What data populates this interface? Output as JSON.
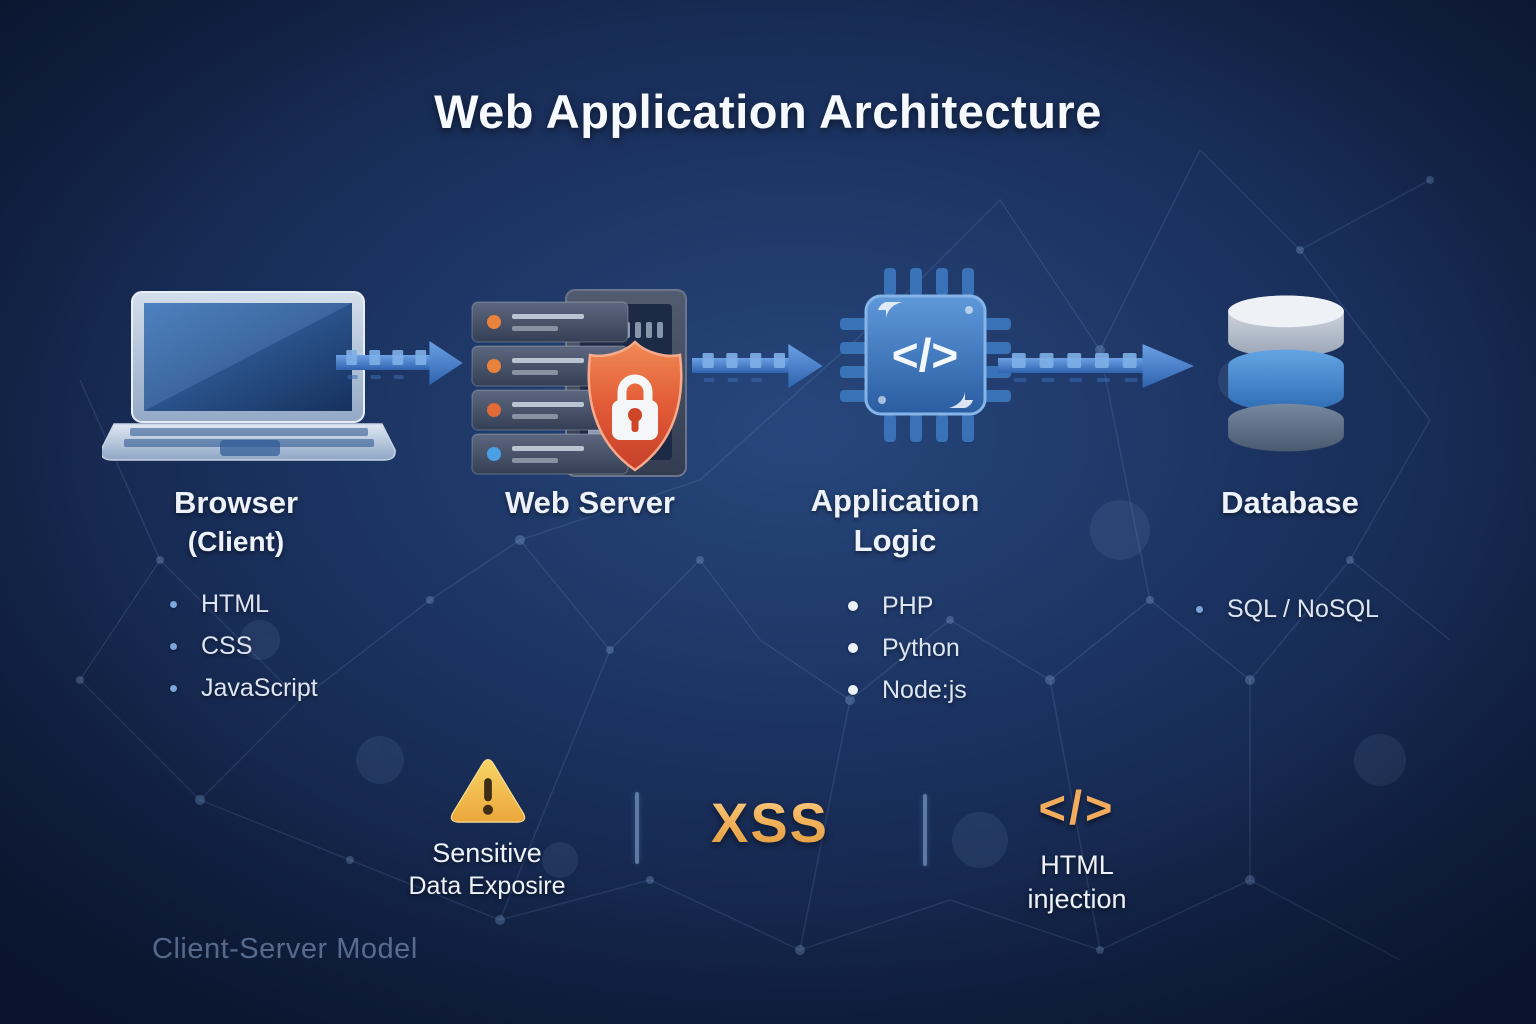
{
  "title": "Web Application Architecture",
  "footer_caption": "Client-Server Model",
  "nodes": {
    "browser": {
      "label": "Browser",
      "sublabel": "(Client)",
      "items": [
        "HTML",
        "CSS",
        "JavaScript"
      ]
    },
    "web_server": {
      "label": "Web Server"
    },
    "app_logic": {
      "label_line1": "Application",
      "label_line2": "Logic",
      "chip_glyph": "</>",
      "items": [
        "PHP",
        "Python",
        "Node:js"
      ]
    },
    "database": {
      "label": "Database",
      "items": [
        "SQL / NoSQL"
      ]
    }
  },
  "threats": {
    "sensitive_data": {
      "icon": "warning-triangle-icon",
      "line1": "Sensitive",
      "line2": "Data Exposire"
    },
    "xss": {
      "label": "XSS"
    },
    "html_injection": {
      "icon": "code-brackets-icon",
      "glyph": "</>",
      "line1": "HTML",
      "line2": "injection"
    }
  },
  "colors": {
    "background_navy": "#1b3260",
    "arrow_blue": "#4c86d2",
    "chip_blue": "#3c78c4",
    "shield_red": "#e05a38",
    "warning_yellow": "#f2b93f",
    "xss_orange": "#f2b35c",
    "database_blue": "#4a90d8"
  }
}
